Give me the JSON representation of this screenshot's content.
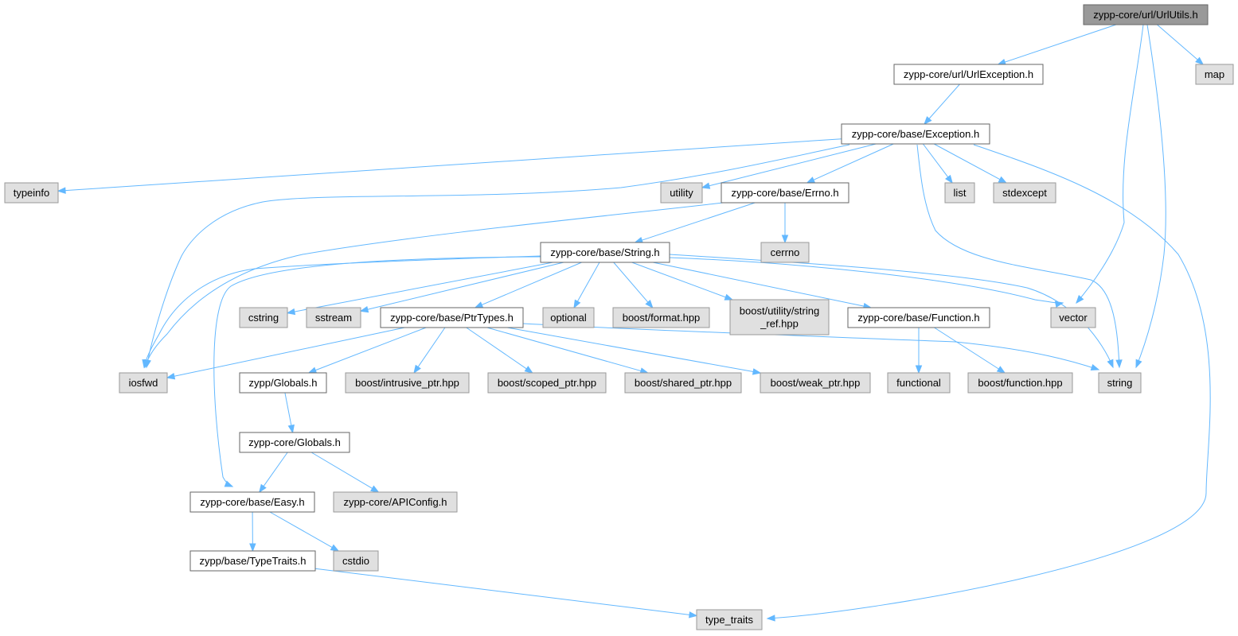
{
  "colors": {
    "root_fill": "#999999",
    "root_stroke": "#666666",
    "doc_fill": "#ffffff",
    "doc_stroke": "#666666",
    "ext_fill": "#e0e0e0",
    "ext_stroke": "#999999",
    "edge": "#63b8ff"
  },
  "nodes": [
    {
      "id": "urlutils",
      "label": "zypp-core/url/UrlUtils.h",
      "kind": "root"
    },
    {
      "id": "urlexception",
      "label": "zypp-core/url/UrlException.h",
      "kind": "doc"
    },
    {
      "id": "map",
      "label": "map",
      "kind": "ext"
    },
    {
      "id": "exception",
      "label": "zypp-core/base/Exception.h",
      "kind": "doc"
    },
    {
      "id": "typeinfo",
      "label": "typeinfo",
      "kind": "ext"
    },
    {
      "id": "utility",
      "label": "utility",
      "kind": "ext"
    },
    {
      "id": "errno",
      "label": "zypp-core/base/Errno.h",
      "kind": "doc"
    },
    {
      "id": "list",
      "label": "list",
      "kind": "ext"
    },
    {
      "id": "stdexcept",
      "label": "stdexcept",
      "kind": "ext"
    },
    {
      "id": "cerrno",
      "label": "cerrno",
      "kind": "ext"
    },
    {
      "id": "string_h",
      "label": "zypp-core/base/String.h",
      "kind": "doc"
    },
    {
      "id": "cstring",
      "label": "cstring",
      "kind": "ext"
    },
    {
      "id": "sstream",
      "label": "sstream",
      "kind": "ext"
    },
    {
      "id": "ptrtypes",
      "label": "zypp-core/base/PtrTypes.h",
      "kind": "doc"
    },
    {
      "id": "optional",
      "label": "optional",
      "kind": "ext"
    },
    {
      "id": "boostformat",
      "label": "boost/format.hpp",
      "kind": "ext"
    },
    {
      "id": "stringref",
      "label": "boost/utility/string\n_ref.hpp",
      "kind": "ext"
    },
    {
      "id": "function_h",
      "label": "zypp-core/base/Function.h",
      "kind": "doc"
    },
    {
      "id": "vector",
      "label": "vector",
      "kind": "ext"
    },
    {
      "id": "iosfwd",
      "label": "iosfwd",
      "kind": "ext"
    },
    {
      "id": "zyppglobals",
      "label": "zypp/Globals.h",
      "kind": "doc"
    },
    {
      "id": "intrusive",
      "label": "boost/intrusive_ptr.hpp",
      "kind": "ext"
    },
    {
      "id": "scoped",
      "label": "boost/scoped_ptr.hpp",
      "kind": "ext"
    },
    {
      "id": "shared",
      "label": "boost/shared_ptr.hpp",
      "kind": "ext"
    },
    {
      "id": "weak",
      "label": "boost/weak_ptr.hpp",
      "kind": "ext"
    },
    {
      "id": "functional",
      "label": "functional",
      "kind": "ext"
    },
    {
      "id": "boostfunction",
      "label": "boost/function.hpp",
      "kind": "ext"
    },
    {
      "id": "string",
      "label": "string",
      "kind": "ext"
    },
    {
      "id": "coreglobals",
      "label": "zypp-core/Globals.h",
      "kind": "doc"
    },
    {
      "id": "easy",
      "label": "zypp-core/base/Easy.h",
      "kind": "doc"
    },
    {
      "id": "apiconfig",
      "label": "zypp-core/APIConfig.h",
      "kind": "ext"
    },
    {
      "id": "typetraits_h",
      "label": "zypp/base/TypeTraits.h",
      "kind": "doc"
    },
    {
      "id": "cstdio",
      "label": "cstdio",
      "kind": "ext"
    },
    {
      "id": "type_traits",
      "label": "type_traits",
      "kind": "ext"
    }
  ],
  "edges": [
    {
      "from": "urlutils",
      "to": "urlexception"
    },
    {
      "from": "urlutils",
      "to": "map"
    },
    {
      "from": "urlutils",
      "to": "vector"
    },
    {
      "from": "urlutils",
      "to": "string"
    },
    {
      "from": "urlexception",
      "to": "exception"
    },
    {
      "from": "exception",
      "to": "typeinfo"
    },
    {
      "from": "exception",
      "to": "iosfwd"
    },
    {
      "from": "exception",
      "to": "utility"
    },
    {
      "from": "exception",
      "to": "errno"
    },
    {
      "from": "exception",
      "to": "list"
    },
    {
      "from": "exception",
      "to": "stdexcept"
    },
    {
      "from": "exception",
      "to": "string"
    },
    {
      "from": "exception",
      "to": "type_traits"
    },
    {
      "from": "errno",
      "to": "iosfwd"
    },
    {
      "from": "errno",
      "to": "cerrno"
    },
    {
      "from": "errno",
      "to": "string_h"
    },
    {
      "from": "string_h",
      "to": "iosfwd"
    },
    {
      "from": "string_h",
      "to": "cstring"
    },
    {
      "from": "string_h",
      "to": "sstream"
    },
    {
      "from": "string_h",
      "to": "ptrtypes"
    },
    {
      "from": "string_h",
      "to": "optional"
    },
    {
      "from": "string_h",
      "to": "boostformat"
    },
    {
      "from": "string_h",
      "to": "stringref"
    },
    {
      "from": "string_h",
      "to": "function_h"
    },
    {
      "from": "string_h",
      "to": "vector"
    },
    {
      "from": "string_h",
      "to": "string"
    },
    {
      "from": "string_h",
      "to": "easy"
    },
    {
      "from": "ptrtypes",
      "to": "iosfwd"
    },
    {
      "from": "ptrtypes",
      "to": "zyppglobals"
    },
    {
      "from": "ptrtypes",
      "to": "intrusive"
    },
    {
      "from": "ptrtypes",
      "to": "scoped"
    },
    {
      "from": "ptrtypes",
      "to": "shared"
    },
    {
      "from": "ptrtypes",
      "to": "weak"
    },
    {
      "from": "ptrtypes",
      "to": "string"
    },
    {
      "from": "function_h",
      "to": "functional"
    },
    {
      "from": "function_h",
      "to": "boostfunction"
    },
    {
      "from": "zyppglobals",
      "to": "coreglobals"
    },
    {
      "from": "coreglobals",
      "to": "easy"
    },
    {
      "from": "coreglobals",
      "to": "apiconfig"
    },
    {
      "from": "easy",
      "to": "typetraits_h"
    },
    {
      "from": "easy",
      "to": "cstdio"
    },
    {
      "from": "typetraits_h",
      "to": "type_traits"
    }
  ]
}
